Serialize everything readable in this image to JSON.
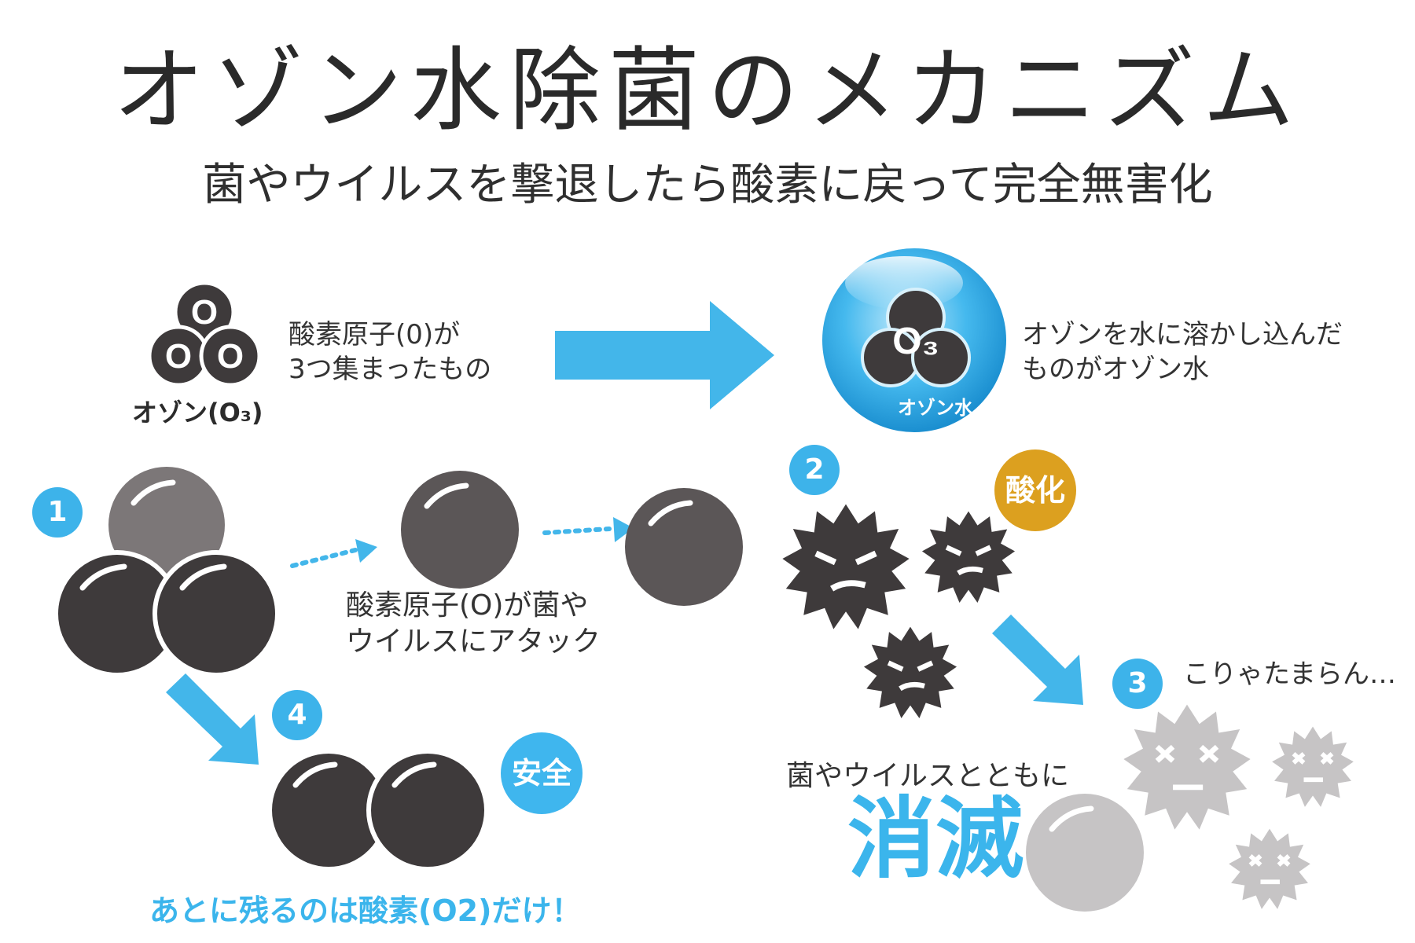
{
  "title": "オゾン水除菌のメカニズム",
  "subtitle": "菌やウイルスを撃退したら酸素に戻って完全無害化",
  "ozone": {
    "atom_symbol": "O",
    "label": "オゾン(O₃)",
    "description_lines": [
      "酸素原子(0)が",
      "3つ集まったもの"
    ]
  },
  "ozone_water": {
    "formula": "O₃",
    "drop_label": "オゾン水",
    "description_lines": [
      "オゾンを水に溶かし込んだ",
      "ものがオゾン水"
    ]
  },
  "steps": {
    "step1": "1",
    "step2": "2",
    "step3": "3",
    "step4": "4"
  },
  "attack_text_lines": [
    "酸素原子(O)が菌や",
    "ウイルスにアタック"
  ],
  "badges": {
    "oxidize": "酸化",
    "safe": "安全"
  },
  "step3_exclaim": "こりゃたまらん…",
  "vanish": {
    "lead": "菌やウイルスとともに",
    "word": "消滅"
  },
  "remain_text": "あとに残るのは酸素(O2)だけ！",
  "colors": {
    "accent_blue": "#3bb5ec",
    "oxidize_gold": "#dca01f",
    "dark_atom": "#3e3a3b",
    "grey_atom": "#5b5657",
    "light_atom": "#c6c4c5"
  }
}
